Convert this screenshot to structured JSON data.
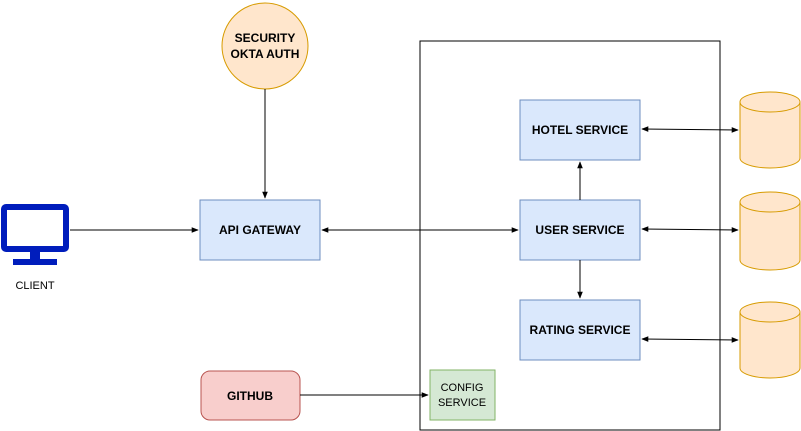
{
  "client": {
    "label": "CLIENT",
    "icon": "monitor-icon",
    "color": "#001DBC"
  },
  "security": {
    "line1": "SECURITY",
    "line2": "OKTA AUTH",
    "fill": "#FFE6CC",
    "stroke": "#D79B00"
  },
  "api_gateway": {
    "label": "API GATEWAY",
    "fill": "#DAE8FC",
    "stroke": "#6C8EBF"
  },
  "github": {
    "label": "GITHUB",
    "fill": "#F8CECC",
    "stroke": "#B85450"
  },
  "services": {
    "hotel": {
      "label": "HOTEL SERVICE"
    },
    "user": {
      "label": "USER SERVICE"
    },
    "rating": {
      "label": "RATING SERVICE"
    },
    "fill": "#DAE8FC",
    "stroke": "#6C8EBF"
  },
  "config_service": {
    "line1": "CONFIG",
    "line2": "SERVICE",
    "fill": "#D5E8D4",
    "stroke": "#82B366"
  },
  "databases": {
    "fill": "#FFE6CC",
    "stroke": "#D79B00"
  }
}
